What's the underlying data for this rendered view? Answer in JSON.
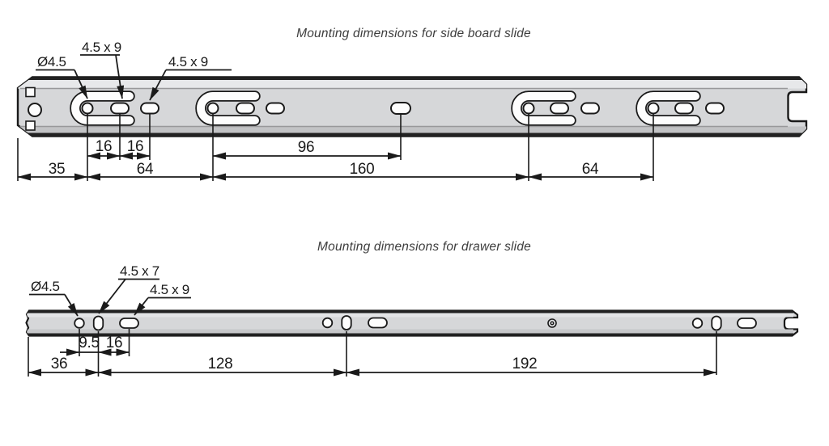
{
  "side_board": {
    "title": "Mounting dimensions for side board slide",
    "labels": {
      "dia": "Ø4.5",
      "slot_a": "4.5 x 9",
      "slot_b": "4.5 x 9"
    },
    "dims": {
      "pitch_a": "16",
      "pitch_b": "16",
      "span_96": "96",
      "offset_35": "35",
      "span_64_a": "64",
      "span_160": "160",
      "span_64_b": "64"
    }
  },
  "drawer": {
    "title": "Mounting dimensions for drawer slide",
    "labels": {
      "dia": "Ø4.5",
      "slot_small": "4.5 x 7",
      "slot_large": "4.5 x 9"
    },
    "dims": {
      "offset_9_5": "9.5",
      "pitch_16": "16",
      "offset_36": "36",
      "span_128": "128",
      "span_192": "192"
    }
  },
  "colors": {
    "rail_fill": "#d6d7d9",
    "rail_top_strip": "#e7e8ea",
    "rail_bottom_strip": "#c2c3c5",
    "outline": "#1a1a1a",
    "title_text": "#3d3d3d",
    "hole_fill": "#fdfdfd"
  }
}
